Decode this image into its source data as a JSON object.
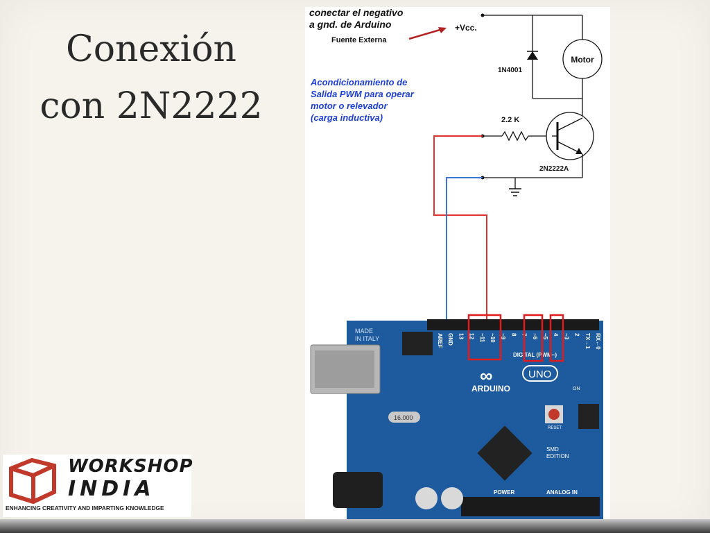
{
  "slide": {
    "title_line1": "Conexión",
    "title_line2": "con 2N2222"
  },
  "figure": {
    "note_line1": "conectar el negativo",
    "note_line2": "a gnd. de Arduino",
    "external_source": "Fuente Externa",
    "vcc_label": "+Vcc.",
    "motor_label": "Motor",
    "diode_label": "1N4001",
    "resistor_label": "2.2 K",
    "transistor_label": "2N2222A",
    "caption_line1": "Acondicionamiento de",
    "caption_line2": "Salida PWM para operar",
    "caption_line3": "motor o relevador",
    "caption_line4": "(carga inductiva)",
    "board": {
      "made_in": "MADE",
      "italy": "IN ITALY",
      "brand": "ARDUINO",
      "model": "UNO",
      "digital": "DIGITAL (PWM~)",
      "power": "POWER",
      "analog": "ANALOG IN",
      "smd": "SMD",
      "edition": "EDITION",
      "reset": "RESET",
      "on": "ON",
      "crystal": "16.000",
      "pin_labels": [
        "AREF",
        "GND",
        "13",
        "12",
        "~11",
        "~10",
        "~9",
        "8",
        "7",
        "~6",
        "~5",
        "4",
        "~3",
        "2",
        "TX→1",
        "RX←0"
      ]
    }
  },
  "logo": {
    "word1": "WORKSHOP",
    "word2": "INDIA",
    "tagline": "ENHANCING CREATIVITY AND IMPARTING KNOWLEDGE"
  },
  "colors": {
    "wire_red": "#e0332b",
    "wire_blue": "#3a74d6",
    "board_blue": "#1e5b9e",
    "highlight": "#e31b1b",
    "caption_blue": "#1c3fd8"
  }
}
